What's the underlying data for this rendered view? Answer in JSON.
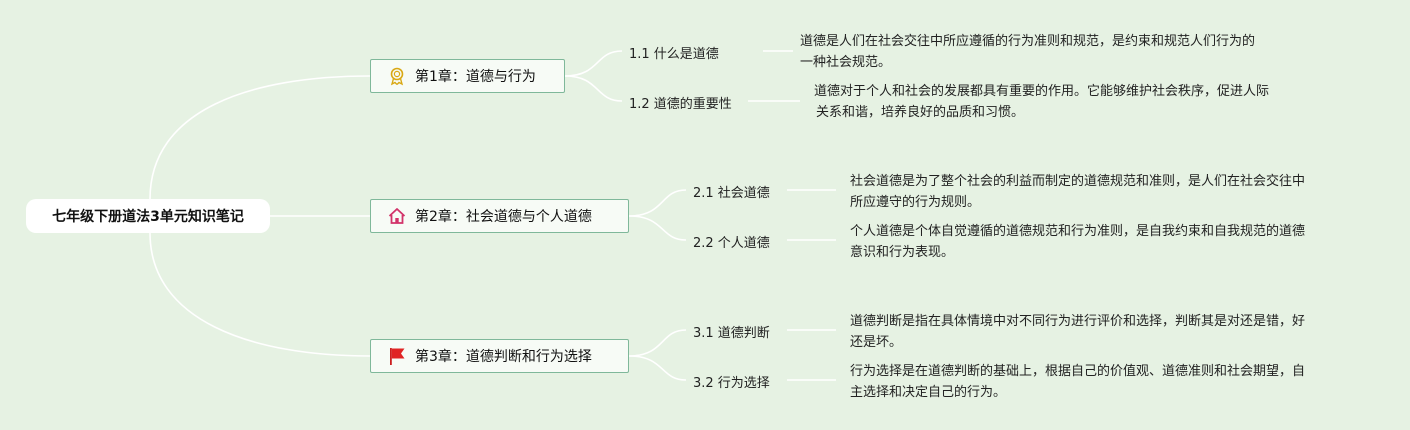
{
  "root": {
    "label": "七年级下册道法3单元知识笔记"
  },
  "chapters": [
    {
      "label": "第1章：道德与行为",
      "icon": "award-ribbon-icon",
      "subs": [
        {
          "label": "1.1 什么是道德",
          "lines": [
            "道德是人们在社会交往中所应遵循的行为准则和规范，是约束和规范人们行为的",
            "一种社会规范。"
          ]
        },
        {
          "label": "1.2 道德的重要性",
          "lines": [
            "道德对于个人和社会的发展都具有重要的作用。它能够维护社会秩序，促进人际",
            "关系和谐，培养良好的品质和习惯。"
          ]
        }
      ]
    },
    {
      "label": "第2章：社会道德与个人道德",
      "icon": "house-icon",
      "subs": [
        {
          "label": "2.1 社会道德",
          "lines": [
            "社会道德是为了整个社会的利益而制定的道德规范和准则，是人们在社会交往中",
            "所应遵守的行为规则。"
          ]
        },
        {
          "label": "2.2 个人道德",
          "lines": [
            "个人道德是个体自觉遵循的道德规范和行为准则，是自我约束和自我规范的道德",
            "意识和行为表现。"
          ]
        }
      ]
    },
    {
      "label": "第3章：道德判断和行为选择",
      "icon": "red-flag-icon",
      "subs": [
        {
          "label": "3.1 道德判断",
          "lines": [
            "道德判断是指在具体情境中对不同行为进行评价和选择，判断其是对还是错，好",
            "还是坏。"
          ]
        },
        {
          "label": "3.2 行为选择",
          "lines": [
            "行为选择是在道德判断的基础上，根据自己的价值观、道德准则和社会期望，自",
            "主选择和决定自己的行为。"
          ]
        }
      ]
    }
  ],
  "colors": {
    "background": "#e6f2e3",
    "line": "#ffffff",
    "chapter_border": "#7fb89a"
  }
}
